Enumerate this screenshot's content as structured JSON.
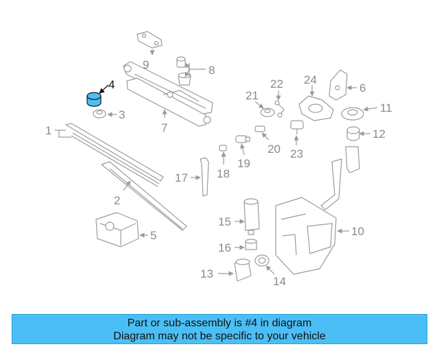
{
  "diagram": {
    "callouts": [
      "1",
      "2",
      "3",
      "4",
      "5",
      "6",
      "7",
      "8",
      "9",
      "10",
      "11",
      "12",
      "13",
      "14",
      "15",
      "16",
      "17",
      "18",
      "19",
      "20",
      "21",
      "22",
      "23",
      "24"
    ],
    "highlight_color": "#4bbff5"
  },
  "banner": {
    "line1": "Part or sub-assembly is #4 in diagram",
    "line2": "Diagram may not be specific to your vehicle",
    "background": "#4bbff5"
  }
}
